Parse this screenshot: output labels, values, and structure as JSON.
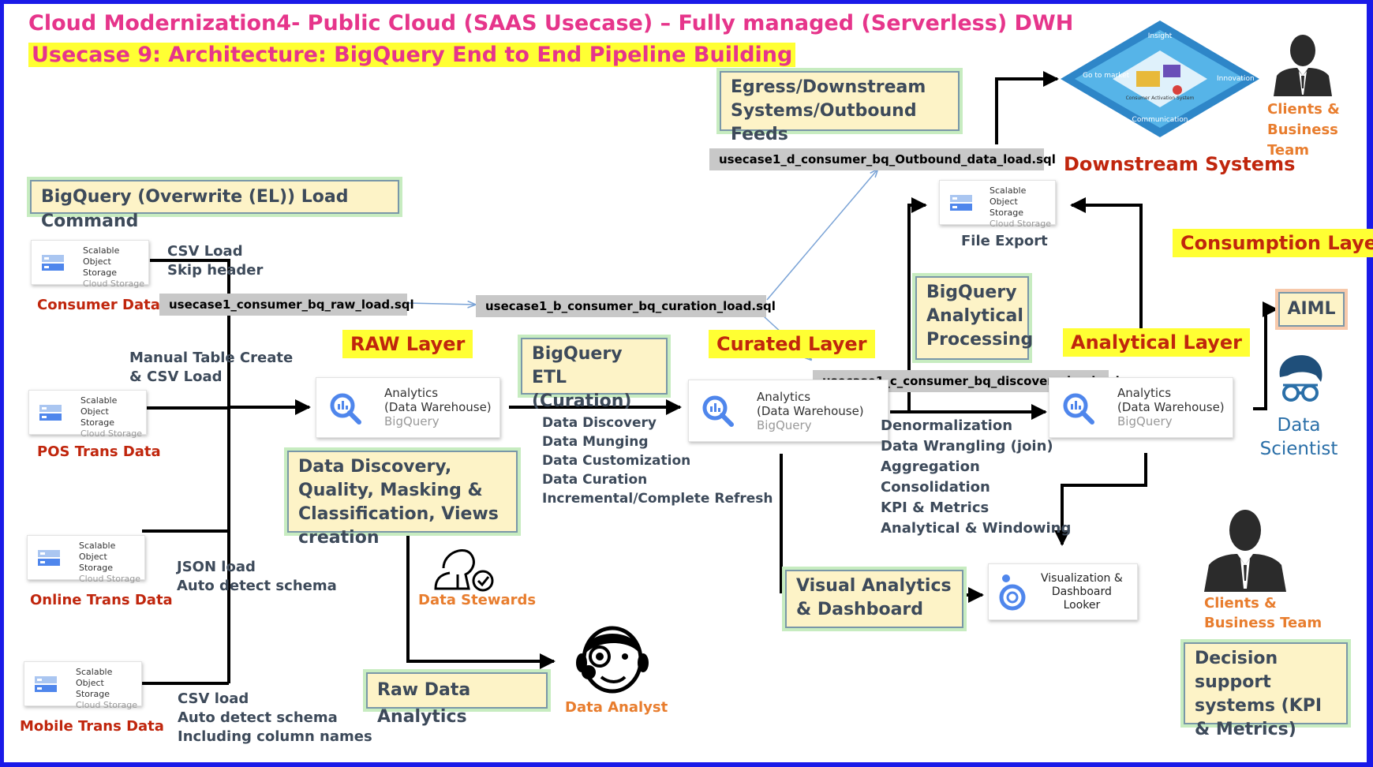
{
  "title": "Cloud Modernization4- Public Cloud (SAAS Usecase) – Fully managed (Serverless) DWH",
  "subtitle": "Usecase 9: Architecture: BigQuery End to End Pipeline Building",
  "load_command_box": "BigQuery (Overwrite (EL)) Load Command",
  "egress_box": "Egress/Downstream Systems/Outbound Feeds",
  "storage_card": {
    "line1": "Scalable Object",
    "line2": "Storage",
    "line3": "Cloud Storage"
  },
  "bigquery_card": {
    "line1": "Analytics",
    "line2": "(Data Warehouse)",
    "line3": "BigQuery"
  },
  "sources": [
    {
      "label": "Consumer Data",
      "notes": [
        "CSV Load",
        "Skip header"
      ]
    },
    {
      "label": "POS Trans Data",
      "notes": [
        "Manual Table Create",
        "& CSV Load"
      ]
    },
    {
      "label": "Online Trans Data",
      "notes": [
        "JSON load",
        "Auto detect schema"
      ]
    },
    {
      "label": "Mobile Trans Data",
      "notes": [
        "CSV load",
        "Auto detect schema",
        "Including column names"
      ]
    }
  ],
  "sql": {
    "raw": "usecase1_consumer_bq_raw_load.sql",
    "curation": "usecase1_b_consumer_bq_curation_load.sql",
    "discovery": "usecase1_c_consumer_bq_discovery_load.sql",
    "outbound": "usecase1_d_consumer_bq_Outbound_data_load.sql"
  },
  "layers": {
    "raw": "RAW Layer",
    "curated": "Curated Layer",
    "analytical": "Analytical Layer",
    "consumption": "Consumption Layer"
  },
  "etl_box": "BigQuery ETL (Curation)",
  "etl_steps": [
    "Data Discovery",
    "Data Munging",
    "Data Customization",
    "Data Curation",
    "Incremental/Complete Refresh"
  ],
  "quality_box": "Data Discovery, Quality, Masking & Classification, Views creation",
  "raw_analytics_box": "Raw Data Analytics",
  "data_stewards": "Data Stewards",
  "data_analyst": "Data Analyst",
  "analytical_processing_box": "BigQuery Analytical Processing",
  "analytical_steps": [
    "Denormalization",
    "Data Wrangling (join)",
    "Aggregation",
    "Consolidation",
    "KPI & Metrics",
    "Analytical & Windowing"
  ],
  "file_export": "File Export",
  "downstream_title": "Downstream Systems",
  "hub": {
    "insight": "Insight",
    "go_to_market": "Go to market",
    "innovation": "Innovation",
    "communication": "Communication",
    "center": "Consumer Activation System"
  },
  "clients_top": "Clients & Business Team",
  "clients_bottom": "Clients & Business Team",
  "aiml": "AIML",
  "data_scientist": "Data Scientist",
  "visual_box": "Visual Analytics & Dashboard",
  "looker_card": {
    "line1": "Visualization &",
    "line2": "Dashboard",
    "line3": "Looker"
  },
  "decision_box": "Decision support systems (KPI & Metrics)",
  "colors": {
    "frame": "#1a1ae8",
    "title": "#e6358b",
    "highlight": "#ffff33",
    "label_red": "#c0260d",
    "box_fill": "#fdf3c7",
    "box_glow": "#c7ecc0",
    "steward_orange": "#e87d2e",
    "scientist_blue": "#2a6fa8"
  }
}
